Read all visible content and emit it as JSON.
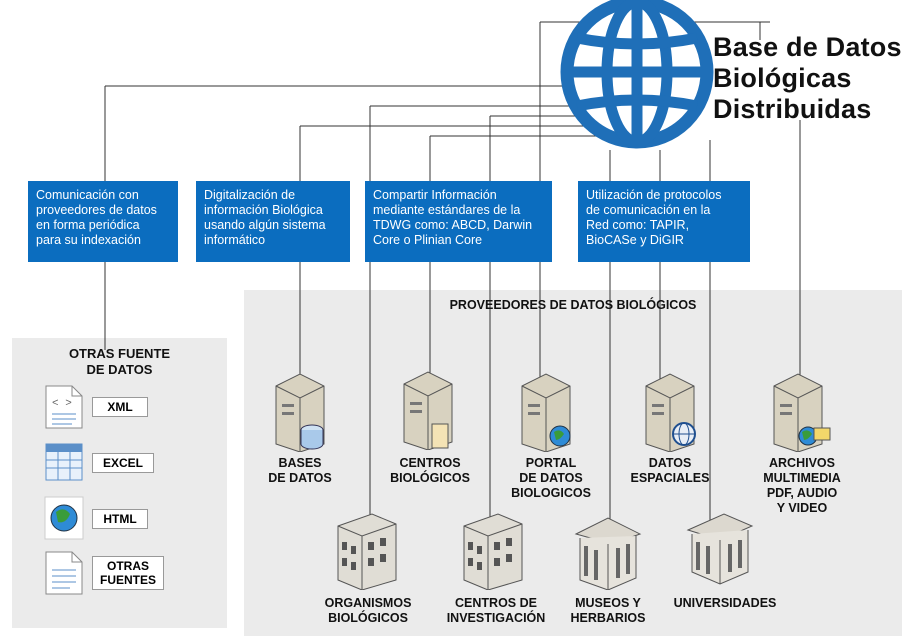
{
  "title": "Base de Datos\nBiológicas\nDistribuidas",
  "info_boxes": [
    {
      "text": "Comunicación con\nproveedores de datos\nen forma periódica\npara su indexación"
    },
    {
      "text": "Digitalización de\ninformación Biológica\nusando algún sistema\ninformático"
    },
    {
      "text": "Compartir Información\nmediante estándares de la\nTDWG como: ABCD, Darwin\nCore o Plinian Core"
    },
    {
      "text": "Utilización de protocolos\nde comunicación en la\nRed como: TAPIR,\nBioCASe y DiGIR"
    }
  ],
  "providers_title": "PROVEEDORES DE DATOS BIOLÓGICOS",
  "servers": [
    {
      "label": "BASES\nDE DATOS",
      "icon": "database-server-icon"
    },
    {
      "label": "CENTROS\nBIOLÓGICOS",
      "icon": "document-server-icon"
    },
    {
      "label": "PORTAL\nDE DATOS\nBIOLOGICOS",
      "icon": "web-server-icon"
    },
    {
      "label": "DATOS\nESPACIALES",
      "icon": "globe-server-icon"
    },
    {
      "label": "ARCHIVOS\nMULTIMEDIA\nPDF, AUDIO\nY VIDEO",
      "icon": "multimedia-server-icon"
    }
  ],
  "buildings": [
    {
      "label": "ORGANISMOS\nBIOLÓGICOS",
      "icon": "office-building-icon"
    },
    {
      "label": "CENTROS DE\nINVESTIGACIÓN",
      "icon": "office-building-icon"
    },
    {
      "label": "MUSEOS Y\nHERBARIOS",
      "icon": "museum-icon"
    },
    {
      "label": "UNIVERSIDADES",
      "icon": "university-icon"
    }
  ],
  "other_sources": {
    "title": "OTRAS FUENTE\nDE DATOS",
    "items": [
      {
        "label": "XML",
        "icon": "xml-file-icon"
      },
      {
        "label": "EXCEL",
        "icon": "spreadsheet-icon"
      },
      {
        "label": "HTML",
        "icon": "globe-icon"
      },
      {
        "label": "OTRAS\nFUENTES",
        "icon": "document-icon"
      }
    ]
  },
  "colors": {
    "accent": "#0b6dbf",
    "panel": "#ebebeb",
    "globe": "#1f6fb8"
  }
}
